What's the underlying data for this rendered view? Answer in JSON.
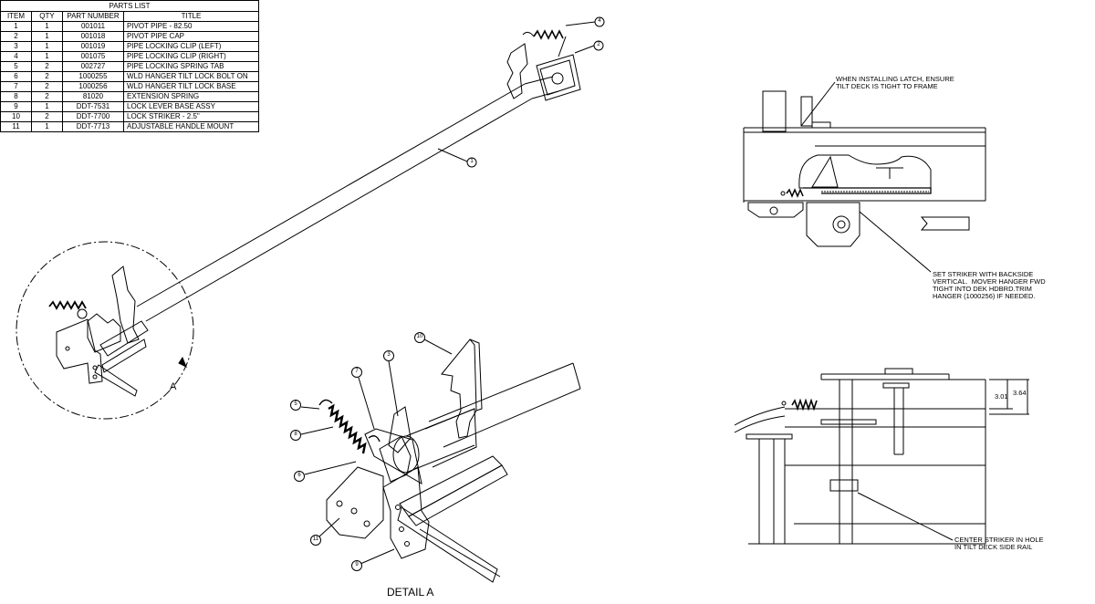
{
  "parts_list": {
    "caption": "PARTS LIST",
    "headers": [
      "ITEM",
      "QTY",
      "PART NUMBER",
      "TITLE"
    ],
    "rows": [
      [
        "1",
        "1",
        "001011",
        "PIVOT PIPE - 82.50"
      ],
      [
        "2",
        "1",
        "001018",
        "PIVOT PIPE CAP"
      ],
      [
        "3",
        "1",
        "001019",
        "PIPE LOCKING CLIP (LEFT)"
      ],
      [
        "4",
        "1",
        "001075",
        "PIPE LOCKING CLIP (RIGHT)"
      ],
      [
        "5",
        "2",
        "002727",
        "PIPE LOCKING SPRING TAB"
      ],
      [
        "6",
        "2",
        "1000255",
        "WLD HANGER TILT LOCK BOLT ON"
      ],
      [
        "7",
        "2",
        "1000256",
        "WLD HANGER TILT LOCK BASE"
      ],
      [
        "8",
        "2",
        "81020",
        "EXTENSION SPRING"
      ],
      [
        "9",
        "1",
        "DDT-7531",
        "LOCK LEVER BASE ASSY"
      ],
      [
        "10",
        "2",
        "DDT-7700",
        "LOCK STRIKER - 2.5\""
      ],
      [
        "11",
        "1",
        "DDT-7713",
        "ADJUSTABLE HANDLE MOUNT"
      ]
    ]
  },
  "balloons": {
    "b1": "1",
    "b2": "2",
    "b4": "4",
    "d3": "3",
    "d5": "5",
    "d6": "6",
    "d7": "7",
    "d8": "8",
    "d9": "9",
    "d10": "10",
    "d11": "11"
  },
  "view_label_a": "A",
  "detail_label": "DETAIL  A",
  "notes": {
    "latch": "WHEN INSTALLING LATCH, ENSURE\nTILT DECK IS TIGHT TO FRAME",
    "striker": "SET STRIKER WITH BACKSIDE\nVERTICAL.  MOVER HANGER FWD\nTIGHT INTO DEK HDBRD.TRIM\nHANGER (1000256) IF NEEDED.",
    "center": "CENTER STRIKER IN HOLE\nIN TILT DECK SIDE RAIL"
  },
  "dimensions": {
    "d1": "3.01",
    "d2": "3.64"
  }
}
